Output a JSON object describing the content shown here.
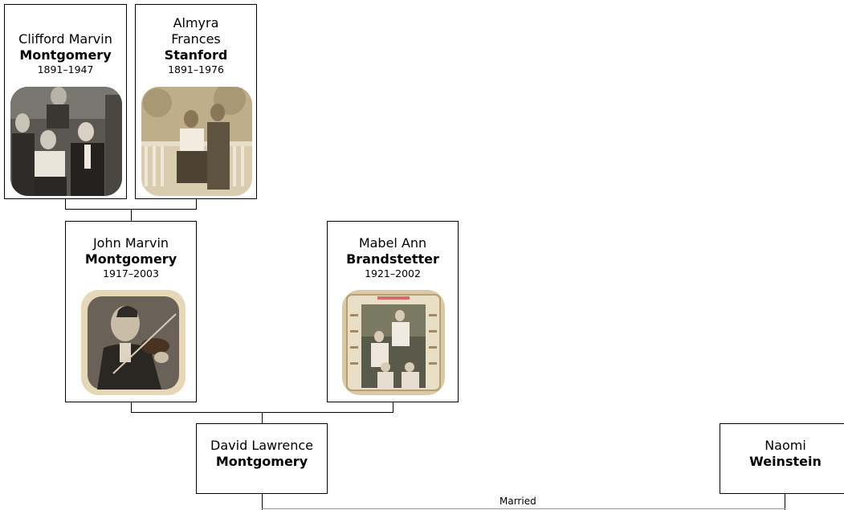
{
  "people": {
    "clifford": {
      "given": "Clifford Marvin",
      "surname": "Montgomery",
      "years": "1891–1947"
    },
    "almyra": {
      "given": "Almyra Frances",
      "surname": "Stanford",
      "years": "1891–1976"
    },
    "john": {
      "given": "John Marvin",
      "surname": "Montgomery",
      "years": "1917–2003"
    },
    "mabel": {
      "given": "Mabel Ann",
      "surname": "Brandstetter",
      "years": "1921–2002"
    },
    "david": {
      "given": "David Lawrence",
      "surname": "Montgomery"
    },
    "naomi": {
      "given": "Naomi",
      "surname": "Weinstein"
    }
  },
  "marriage_label": "Married",
  "photo_tones": {
    "sepia_light": "#e8dcc0",
    "sepia_mid": "#b8a079",
    "dark": "#3a3632",
    "grey": "#8a8680"
  }
}
